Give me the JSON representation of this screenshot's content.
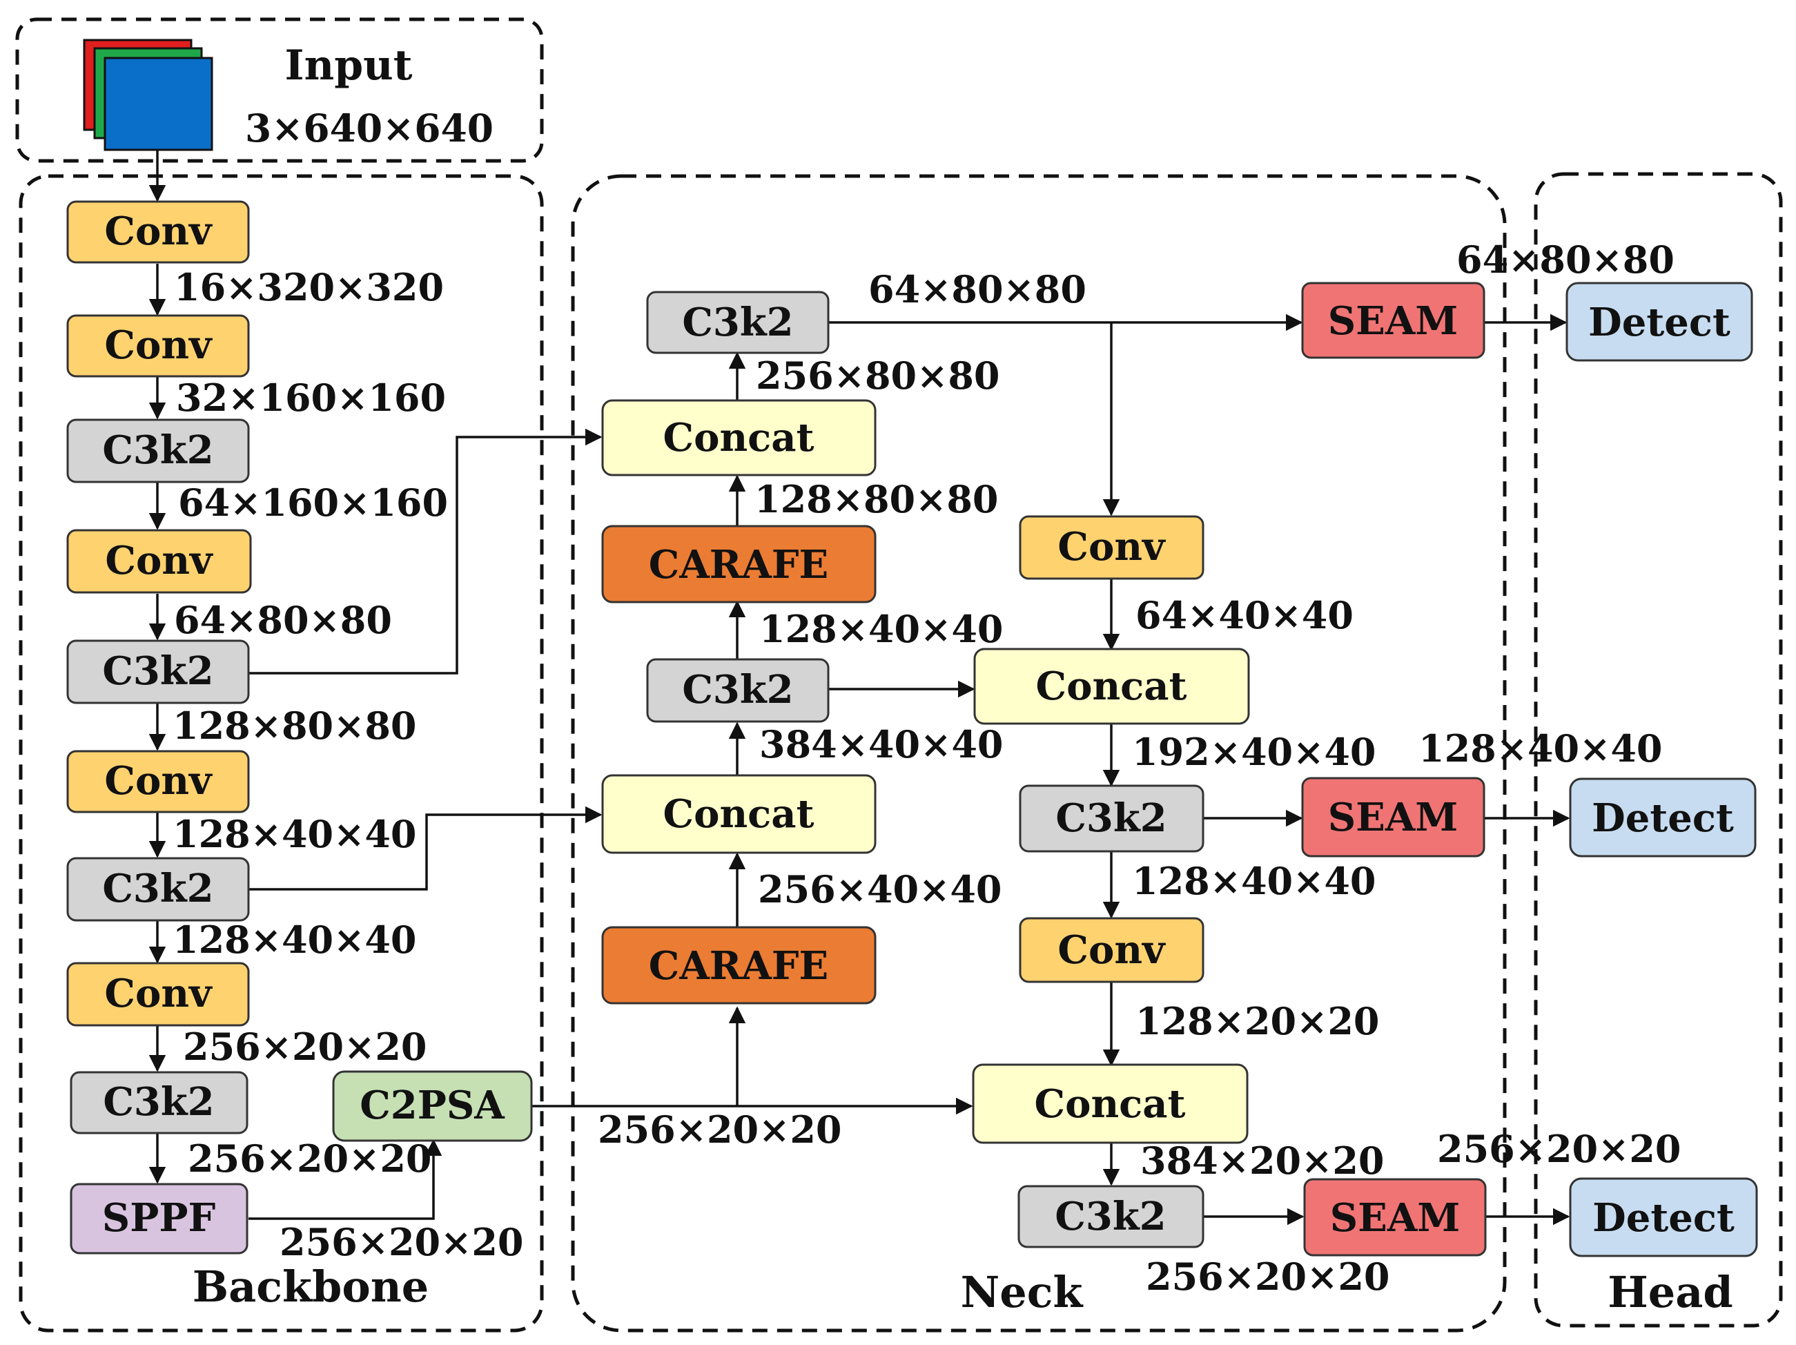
{
  "colors": {
    "conv": "#FFD270",
    "c3k2": "#D4D4D4",
    "concat": "#FFFFCC",
    "carafe": "#EB7C33",
    "seam": "#F07474",
    "detect": "#C7DCF0",
    "c2psa": "#C6E0B4",
    "sppf": "#D9C4E0",
    "input_red": "#E01F1F",
    "input_green": "#1FA84A",
    "input_blue": "#0A6FC8"
  },
  "input": {
    "title": "Input",
    "dims": "3×640×640"
  },
  "groups": {
    "backbone": "Backbone",
    "neck": "Neck",
    "head": "Head"
  },
  "backbone": {
    "blocks": [
      "Conv",
      "Conv",
      "C3k2",
      "Conv",
      "C3k2",
      "Conv",
      "C3k2",
      "Conv",
      "C3k2",
      "SPPF"
    ],
    "c2psa": "C2PSA",
    "dims": [
      "16×320×320",
      "32×160×160",
      "64×160×160",
      "64×80×80",
      "128×80×80",
      "128×40×40",
      "128×40×40",
      "256×20×20",
      "256×20×20"
    ],
    "sppf_out": "256×20×20"
  },
  "neck": {
    "blocks": {
      "c3k2_top": "C3k2",
      "concat_top": "Concat",
      "carafe_top": "CARAFE",
      "c3k2_mid": "C3k2",
      "concat_mid": "Concat",
      "carafe_bot": "CARAFE",
      "conv_r1": "Conv",
      "concat_r1": "Concat",
      "c3k2_r1": "C3k2",
      "conv_r2": "Conv",
      "concat_r2": "Concat",
      "c3k2_r2": "C3k2",
      "seam_1": "SEAM",
      "seam_2": "SEAM",
      "seam_3": "SEAM"
    },
    "dims": {
      "c3k2_top_out": "64×80×80",
      "concat_top_out": "256×80×80",
      "carafe_top_out": "128×80×80",
      "c3k2_mid_out": "128×40×40",
      "concat_mid_out": "384×40×40",
      "carafe_bot_in": "256×40×40",
      "c2psa_out": "256×20×20",
      "conv_r1_out": "64×40×40",
      "concat_r1_out": "192×40×40",
      "c3k2_r1_out": "128×40×40",
      "conv_r2_out": "128×20×20",
      "concat_r2_out": "384×20×20",
      "c3k2_r2_out": "256×20×20"
    }
  },
  "head": {
    "blocks": [
      "Detect",
      "Detect",
      "Detect"
    ],
    "dims": [
      "64×80×80",
      "128×40×40",
      "256×20×20"
    ]
  }
}
